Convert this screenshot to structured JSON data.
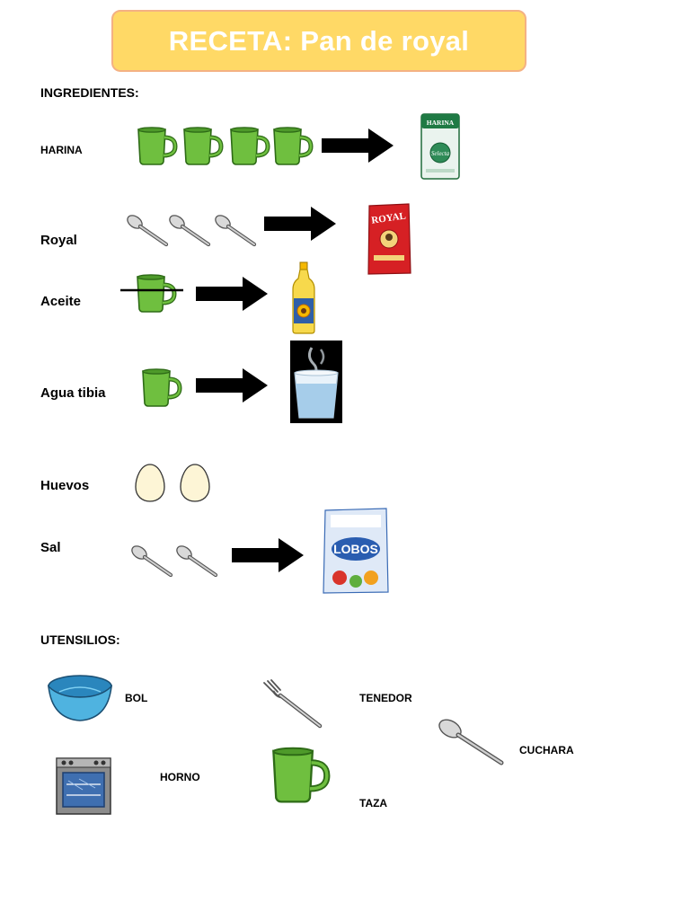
{
  "title": "RECETA: Pan de royal",
  "ingredients_heading": "INGREDIENTES:",
  "utensils_heading": "UTENSILIOS:",
  "ingredients": [
    {
      "label": "HARINA",
      "amount": 4,
      "unit_icon": "cup-icon",
      "product_icon": "flour-package-icon",
      "product_text": [
        "HARINA",
        "Selecta"
      ]
    },
    {
      "label": "Royal",
      "amount": 3,
      "unit_icon": "spoon-icon",
      "product_icon": "royal-yeast-package-icon",
      "product_text": [
        "ROYAL"
      ]
    },
    {
      "label": "Aceite",
      "amount": 1,
      "unit_icon": "crossed-cup-icon",
      "product_icon": "oil-bottle-icon"
    },
    {
      "label": "Agua tibia",
      "amount": 1,
      "unit_icon": "cup-icon",
      "product_icon": "warm-water-glass-icon"
    },
    {
      "label": "Huevos",
      "amount": 2,
      "unit_icon": "egg-icon"
    },
    {
      "label": "Sal",
      "amount": 2,
      "unit_icon": "spoon-icon",
      "product_icon": "salt-package-icon",
      "product_text": [
        "LOBOS"
      ]
    }
  ],
  "utensils": [
    {
      "label": "BOL",
      "icon": "bowl-icon"
    },
    {
      "label": "TENEDOR",
      "icon": "fork-icon"
    },
    {
      "label": "CUCHARA",
      "icon": "spoon-icon"
    },
    {
      "label": "HORNO",
      "icon": "oven-icon"
    },
    {
      "label": "TAZA",
      "icon": "cup-icon"
    }
  ],
  "colors": {
    "title_bg": "#ffd966",
    "title_border": "#f4b183",
    "title_text": "#ffffff",
    "cup_green": "#6fbf3f",
    "arrow": "#000000",
    "bowl_blue": "#4fb3e0"
  }
}
